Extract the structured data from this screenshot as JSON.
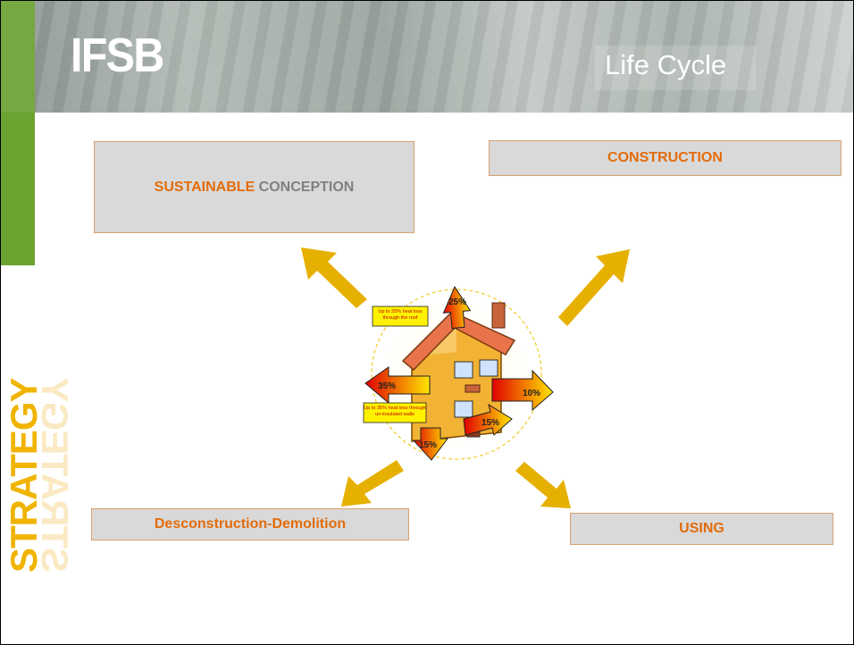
{
  "header": {
    "logo": "IFSB",
    "title": "Life Cycle"
  },
  "side_label": "STRATEGY",
  "boxes": {
    "conception": {
      "part1": "SUSTAINABLE",
      "part2": " CONCEPTION"
    },
    "construction": "CONSTRUCTION",
    "demolition": "Desconstruction-Demolition",
    "using": "USING"
  },
  "house": {
    "roof_pct": "25%",
    "left_wall_pct": "35%",
    "right_pct": "10%",
    "door_pct": "15%",
    "floor_pct": "15%",
    "roof_note": "Up to 25% heat loss through the roof",
    "wall_note": "Up to 35% heat loss through un-insulated walls"
  },
  "colors": {
    "accent_orange": "#e36c0a",
    "arrow_gold": "#e6b000",
    "green": "#6aa32f",
    "box_grey": "#d9d9d9"
  }
}
